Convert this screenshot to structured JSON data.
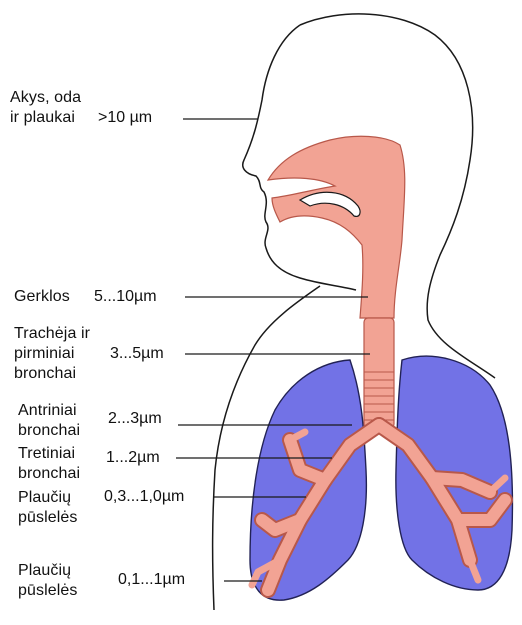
{
  "colors": {
    "airway_pink": "#f2a394",
    "airway_dark": "#b8584a",
    "lung_blue": "#7272e6",
    "lung_outline": "#222255",
    "outline": "#1a1a1a"
  },
  "labels": [
    {
      "id": "eyes",
      "lines": [
        "Akys, oda",
        "ir plaukai"
      ],
      "value": ">10 µm"
    },
    {
      "id": "larynx",
      "lines": [
        "Gerklos"
      ],
      "value": "5...10µm"
    },
    {
      "id": "trachea",
      "lines": [
        "Trachėja ir",
        "pirminiai",
        "bronchai"
      ],
      "value": "3...5µm"
    },
    {
      "id": "secondary",
      "lines": [
        "Antriniai",
        "bronchai"
      ],
      "value": "2...3µm"
    },
    {
      "id": "tertiary",
      "lines": [
        "Tretiniai",
        "bronchai"
      ],
      "value": "1...2µm"
    },
    {
      "id": "alveoli1",
      "lines": [
        "Plaučių",
        "pūslelės"
      ],
      "value": "0,3...1,0µm"
    },
    {
      "id": "alveoli2",
      "lines": [
        "Plaučių",
        "pūslelės"
      ],
      "value": "0,1...1µm"
    }
  ]
}
